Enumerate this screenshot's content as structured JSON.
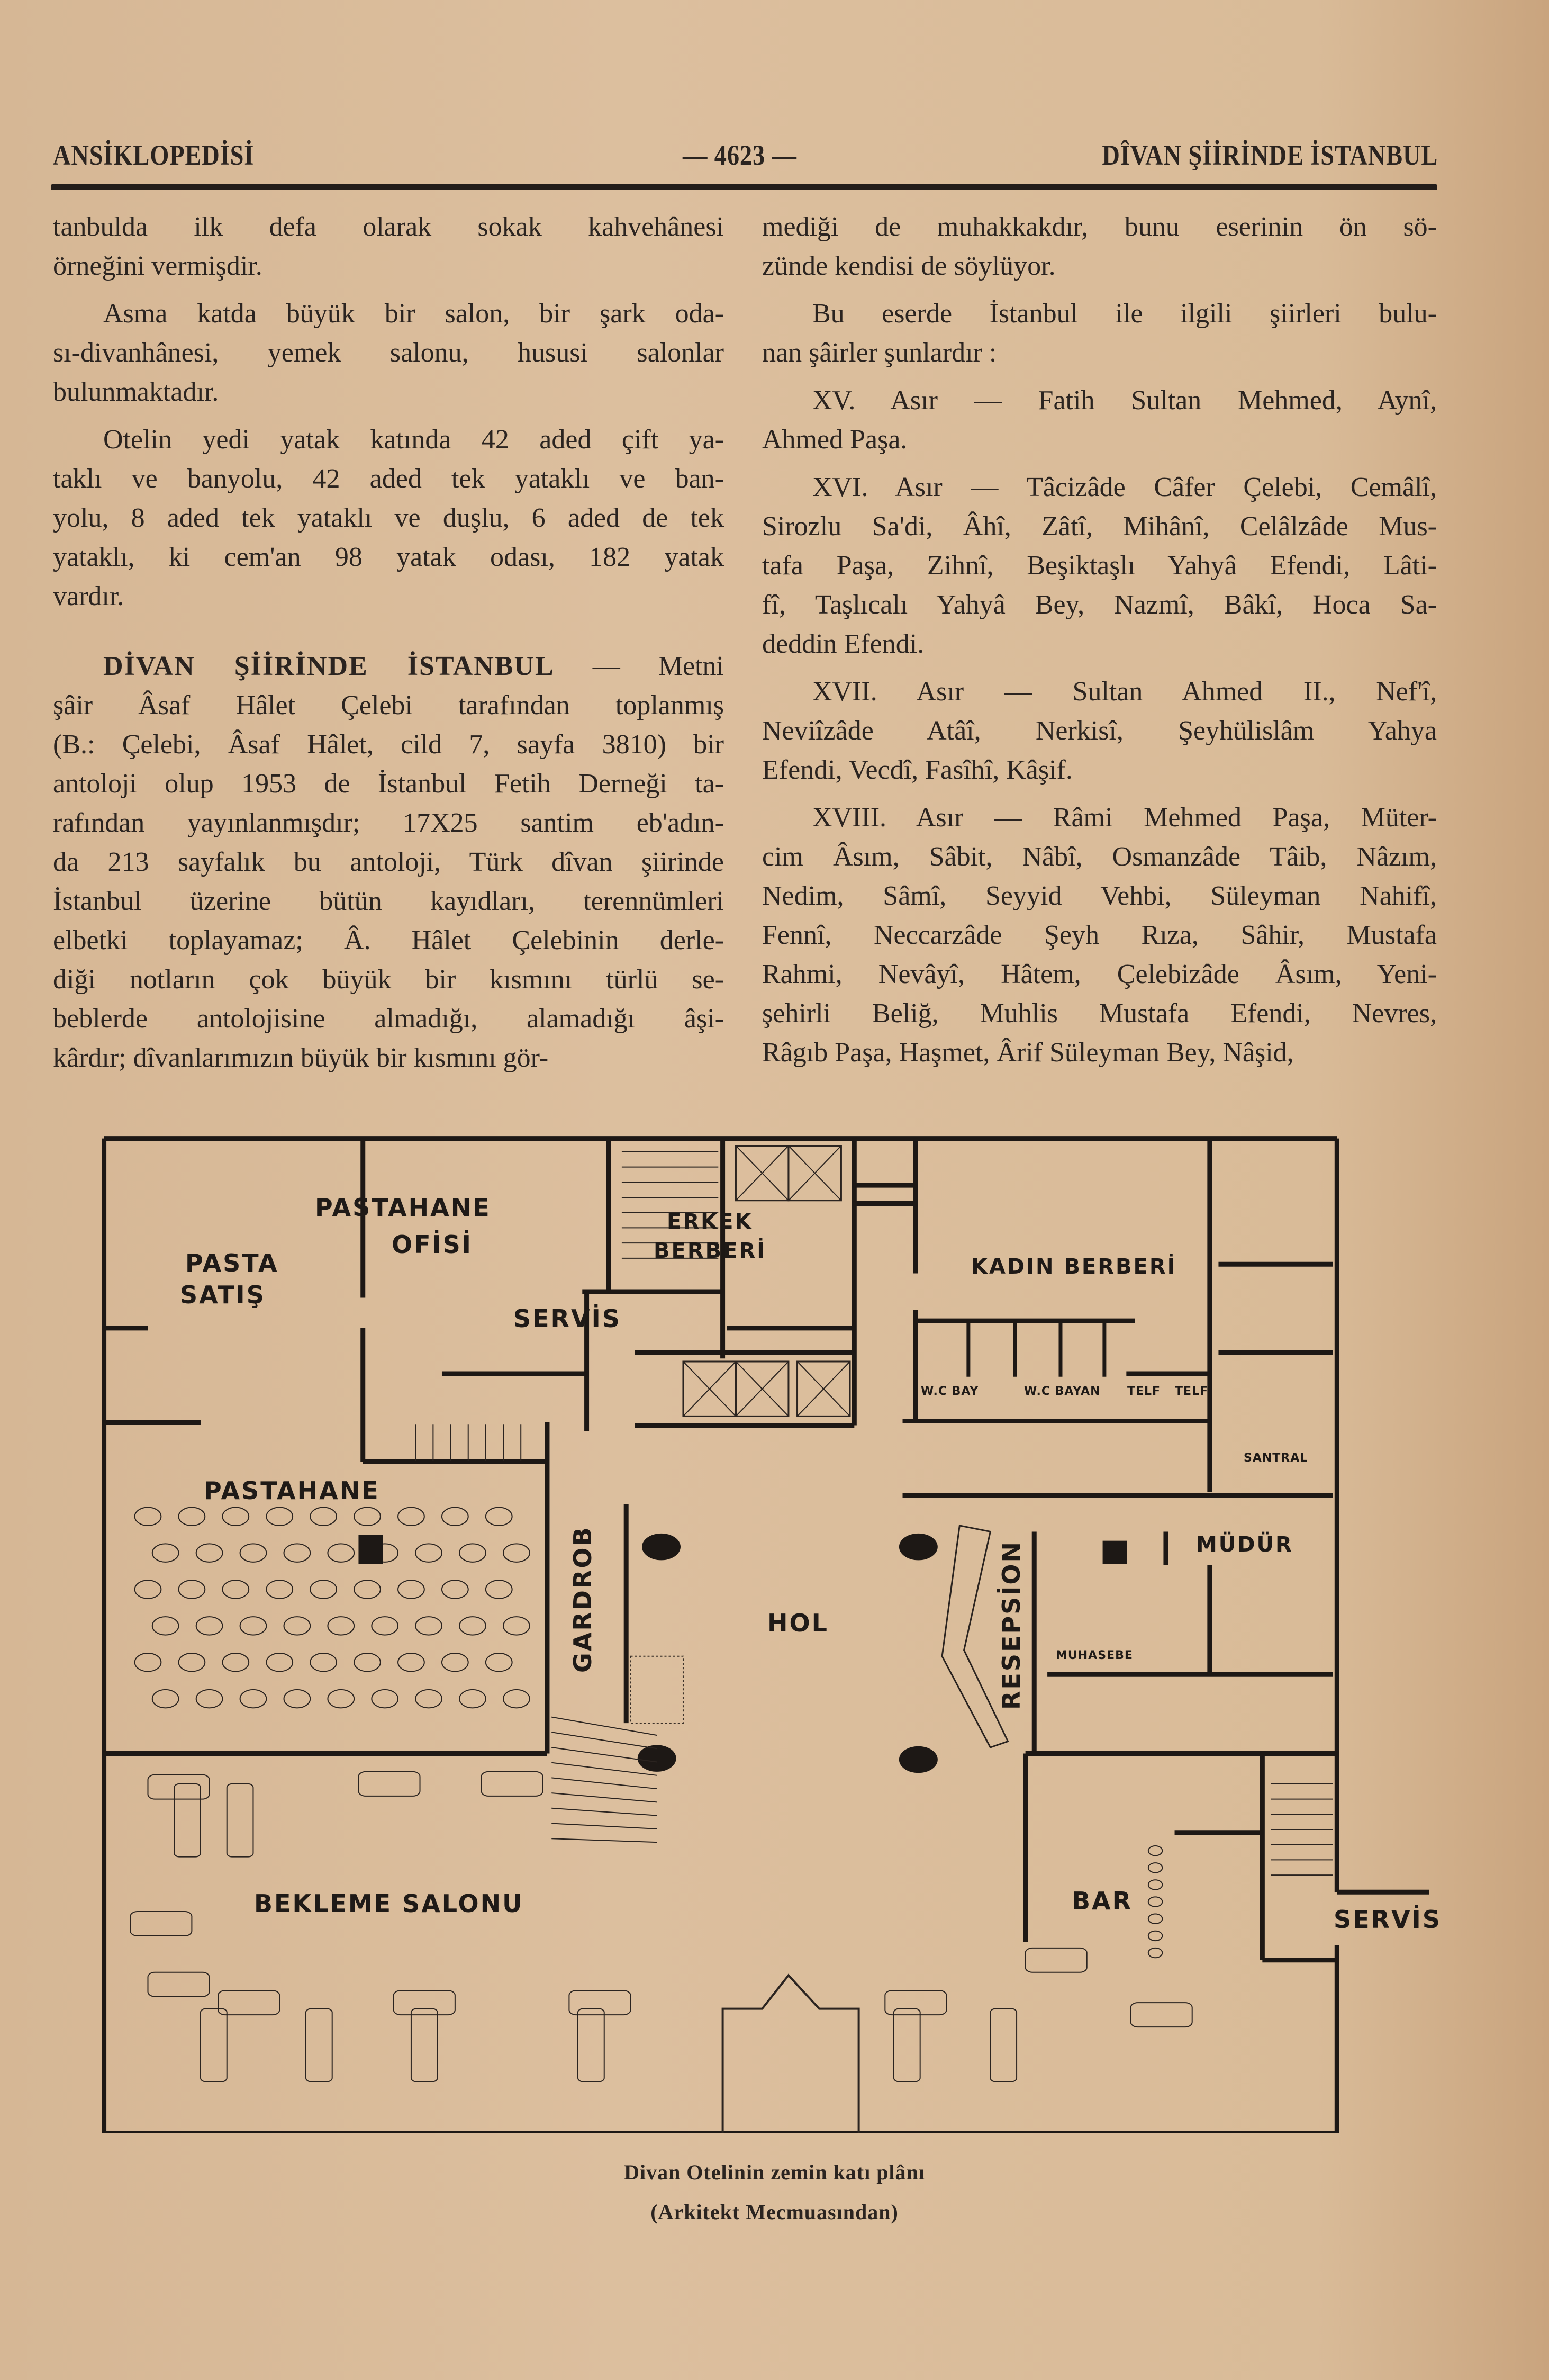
{
  "header": {
    "left": "ANSİKLOPEDİSİ",
    "page_number": "— 4623 —",
    "right": "DÎVAN ŞİİRİNDE İSTANBUL"
  },
  "left": {
    "paragraphs": [
      {
        "indent": false,
        "lines": [
          "tanbulda ilk defa olarak sokak kahvehânesi",
          "örneğini vermişdir."
        ]
      },
      {
        "indent": true,
        "lines": [
          "Asma katda büyük bir salon, bir şark oda-",
          "sı-divanhânesi, yemek salonu, hususi salonlar",
          "bulunmaktadır."
        ]
      },
      {
        "indent": true,
        "lines": [
          "Otelin yedi yatak katında 42 aded çift ya-",
          "taklı ve banyolu, 42 aded tek yataklı ve ban-",
          "yolu, 8 aded tek yataklı ve duşlu, 6 aded de tek",
          "yataklı, ki cem'an 98 yatak odası, 182 yatak",
          "vardır."
        ]
      },
      {
        "indent": true,
        "heading": true,
        "lead": "DİVAN ŞİİRİNDE İSTANBUL",
        "lines": [
          " — Metni",
          "şâir Âsaf Hâlet Çelebi tarafından toplanmış",
          "(B.: Çelebi, Âsaf Hâlet, cild 7, sayfa 3810) bir",
          "antoloji olup 1953 de İstanbul Fetih Derneği ta-",
          "rafından yayınlanmışdır; 17X25 santim eb'adın-",
          "da 213 sayfalık bu antoloji, Türk dîvan şiirinde",
          "İstanbul üzerine bütün kayıdları, terennümleri",
          "elbetki toplayamaz; Â. Hâlet Çelebinin derle-",
          "diği notların çok büyük bir kısmını türlü se-",
          "beblerde antolojisine almadığı, alamadığı âşi-",
          "kârdır; dîvanlarımızın büyük bir kısmını gör-"
        ]
      }
    ]
  },
  "right": {
    "paragraphs": [
      {
        "indent": false,
        "cont": true,
        "lines": [
          "mediği de muhakkakdır, bunu eserinin ön sö-",
          "zünde kendisi de söylüyor."
        ]
      },
      {
        "indent": true,
        "lines": [
          "Bu eserde İstanbul ile ilgili şiirleri bulu-",
          "nan şâirler şunlardır :"
        ]
      },
      {
        "indent": true,
        "lines": [
          "XV. Asır — Fatih Sultan Mehmed, Aynî,",
          "Ahmed Paşa."
        ]
      },
      {
        "indent": true,
        "lines": [
          "XVI. Asır — Tâcizâde Câfer Çelebi, Cemâlî,",
          "Sirozlu Sa'di, Âhî, Zâtî, Mihânî, Celâlzâde Mus-",
          "tafa Paşa, Zihnî, Beşiktaşlı Yahyâ Efendi, Lâti-",
          "fî, Taşlıcalı Yahyâ Bey, Nazmî, Bâkî, Hoca Sa-",
          "deddin Efendi."
        ]
      },
      {
        "indent": true,
        "lines": [
          "XVII. Asır — Sultan Ahmed II., Nef'î,",
          "Neviîzâde Atâî, Nerkisî, Şeyhülislâm Yahya",
          "Efendi, Vecdî, Fasîhî, Kâşif."
        ]
      },
      {
        "indent": true,
        "lines": [
          "XVIII. Asır — Râmi Mehmed Paşa, Müter-",
          "cim Âsım, Sâbit, Nâbî, Osmanzâde Tâib, Nâzım,",
          "Nedim, Sâmî, Seyyid Vehbi, Süleyman Nahifî,",
          "Fennî, Neccarzâde Şeyh Rıza, Sâhir, Mustafa",
          "Rahmi, Nevâyî, Hâtem, Çelebizâde Âsım, Yeni-",
          "şehirli Beliğ, Muhlis Mustafa Efendi, Nevres,",
          "Râgıb Paşa, Haşmet, Ârif Süleyman Bey, Nâşid,"
        ]
      }
    ]
  },
  "floor_plan": {
    "labels": {
      "pasta_satis_1": "PASTA",
      "pasta_satis_2": "SATIŞ",
      "pastahane_ofisi_1": "PASTAHANE",
      "pastahane_ofisi_2": "OFİSİ",
      "servis_top": "SERVİS",
      "erkek_berberi_1": "ERKEK",
      "erkek_berberi_2": "BERBERİ",
      "kadin_berberi": "KADIN BERBERİ",
      "wc_bay": "W.C BAY",
      "wc_bayan": "W.C BAYAN",
      "telf_1": "TELF",
      "telf_2": "TELF",
      "santral": "SANTRAL",
      "pastahane": "PASTAHANE",
      "gardrob": "GARDROB",
      "hol": "HOL",
      "resepsion": "RESEPSİON",
      "mudur": "MÜDÜR",
      "muhasebe": "MUHASEBE",
      "bekleme_salonu": "BEKLEME SALONU",
      "bar": "BAR",
      "servis_right": "SERVİS"
    }
  },
  "caption": {
    "title": "Divan Otelinin zemin katı plânı",
    "source": "(Arkitekt Mecmuasından)"
  }
}
